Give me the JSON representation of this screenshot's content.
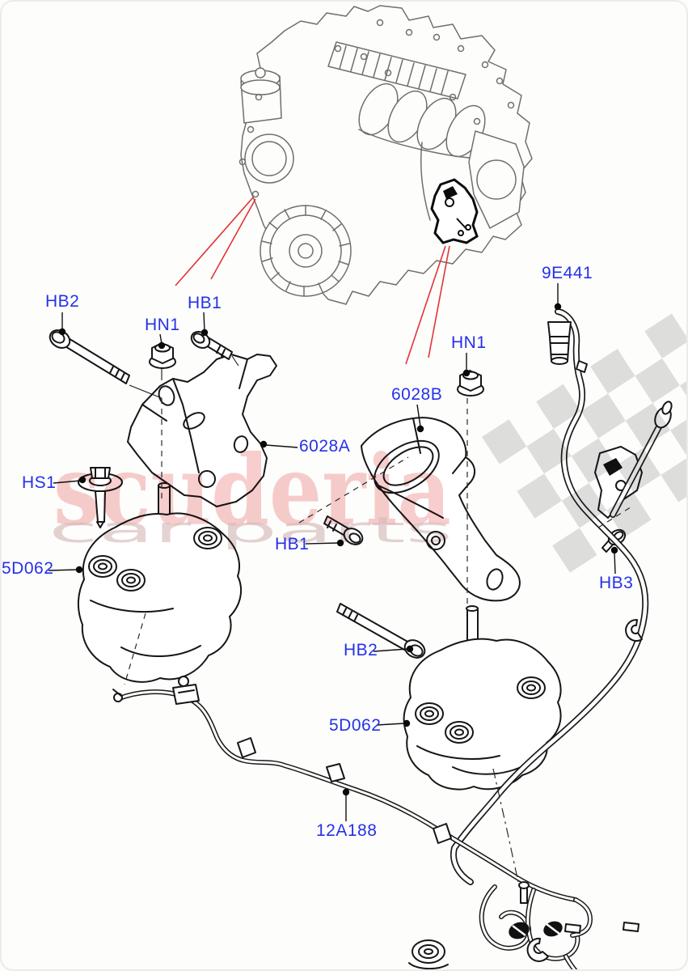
{
  "brand": {
    "name": "scuderia",
    "tagline": "car parts"
  },
  "colors": {
    "label_blue": "#2531e8",
    "leader_red": "#e23434",
    "watermark_pink": "#ef9f9f",
    "checker_gray": "#d7d7d7",
    "engine_line_gray": "#6f6f6f",
    "part_line_black": "#161616"
  },
  "callouts": [
    {
      "id": "hb2-1",
      "text": "HB2"
    },
    {
      "id": "hn1-1",
      "text": "HN1"
    },
    {
      "id": "hb1-1",
      "text": "HB1"
    },
    {
      "id": "9e441",
      "text": "9E441"
    },
    {
      "id": "6028b",
      "text": "6028B"
    },
    {
      "id": "hn1-2",
      "text": "HN1"
    },
    {
      "id": "6028a",
      "text": "6028A"
    },
    {
      "id": "hs1",
      "text": "HS1"
    },
    {
      "id": "5d062-left",
      "text": "5D062"
    },
    {
      "id": "hb1-2",
      "text": "HB1"
    },
    {
      "id": "hb3",
      "text": "HB3"
    },
    {
      "id": "hb2-2",
      "text": "HB2"
    },
    {
      "id": "5d062-right",
      "text": "5D062"
    },
    {
      "id": "12a188",
      "text": "12A188"
    }
  ]
}
